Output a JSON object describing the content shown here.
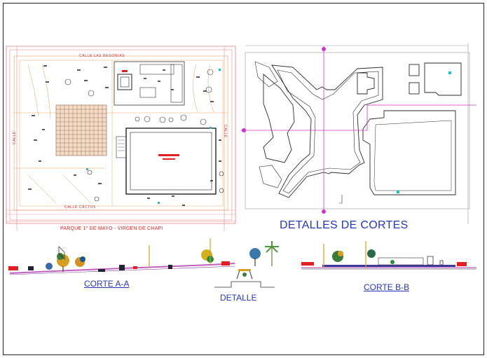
{
  "drawing": {
    "park_title": "PARQUE 1° DE MAYO - VIRGEN DE CHAPI",
    "street_top": "CALLE LAS BEGONIAS",
    "street_bottom": "CALLE CACTUS",
    "street_left": "CALLE",
    "street_right": "CALLE",
    "sections_title": "DETALLES DE CORTES",
    "section_a": "CORTE A-A",
    "section_b": "CORTE B-B",
    "detail": "DETALLE"
  },
  "colors": {
    "border": "#222222",
    "plan_lines": "#2a2a2a",
    "red_lines": "#e05555",
    "orange_lines": "#e8a060",
    "section_cut": "#cc33cc",
    "titles": "#2536b8",
    "cyan": "#20c0c0",
    "ground": "#c060c0"
  },
  "icons": [
    "tree-icon",
    "palm-icon",
    "lamp-post-icon",
    "bench-icon"
  ]
}
